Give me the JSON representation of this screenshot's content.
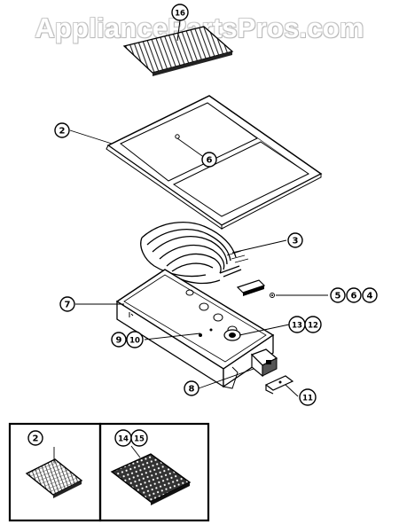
{
  "watermark": "AppliancePartsPros.com",
  "callouts": [
    {
      "id": "c16",
      "label": "16"
    },
    {
      "id": "c2",
      "label": "2"
    },
    {
      "id": "c6",
      "label": "6"
    },
    {
      "id": "c3",
      "label": "3"
    },
    {
      "id": "c7",
      "label": "7"
    },
    {
      "id": "c5",
      "label": "5"
    },
    {
      "id": "c6b",
      "label": "6"
    },
    {
      "id": "c4",
      "label": "4"
    },
    {
      "id": "c13",
      "label": "13"
    },
    {
      "id": "c12",
      "label": "12"
    },
    {
      "id": "c9",
      "label": "9"
    },
    {
      "id": "c10",
      "label": "10"
    },
    {
      "id": "c8",
      "label": "8"
    },
    {
      "id": "c11",
      "label": "11"
    },
    {
      "id": "c2b",
      "label": "2"
    },
    {
      "id": "c14",
      "label": "14"
    },
    {
      "id": "c15",
      "label": "15"
    }
  ]
}
